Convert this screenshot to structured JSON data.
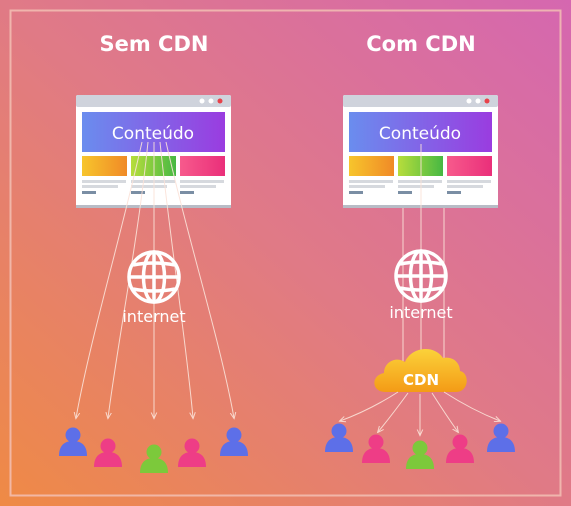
{
  "panels": {
    "left": {
      "title": "Sem CDN",
      "content_label": "Conteúdo",
      "network_label": "internet"
    },
    "right": {
      "title": "Com CDN",
      "content_label": "Conteúdo",
      "network_label": "internet",
      "cdn_label": "CDN"
    }
  },
  "icons": [
    "globe-icon",
    "cloud-icon",
    "user-icon"
  ],
  "colors": {
    "background_start": "#ef8a45",
    "background_mid": "#e07a86",
    "background_end": "#d567b0",
    "frame": "#f2c0b4",
    "browser_header": "#6a8dee",
    "browser_gradient_end": "#9a3ce0",
    "card_orange": "#f3a22b",
    "card_green": "#7ccf3c",
    "card_pink": "#f2457a",
    "cdn_cloud": "#f6b21c",
    "user_blue": "#5d6fe8",
    "user_pink": "#ee3d86",
    "user_green": "#7cc93b"
  }
}
